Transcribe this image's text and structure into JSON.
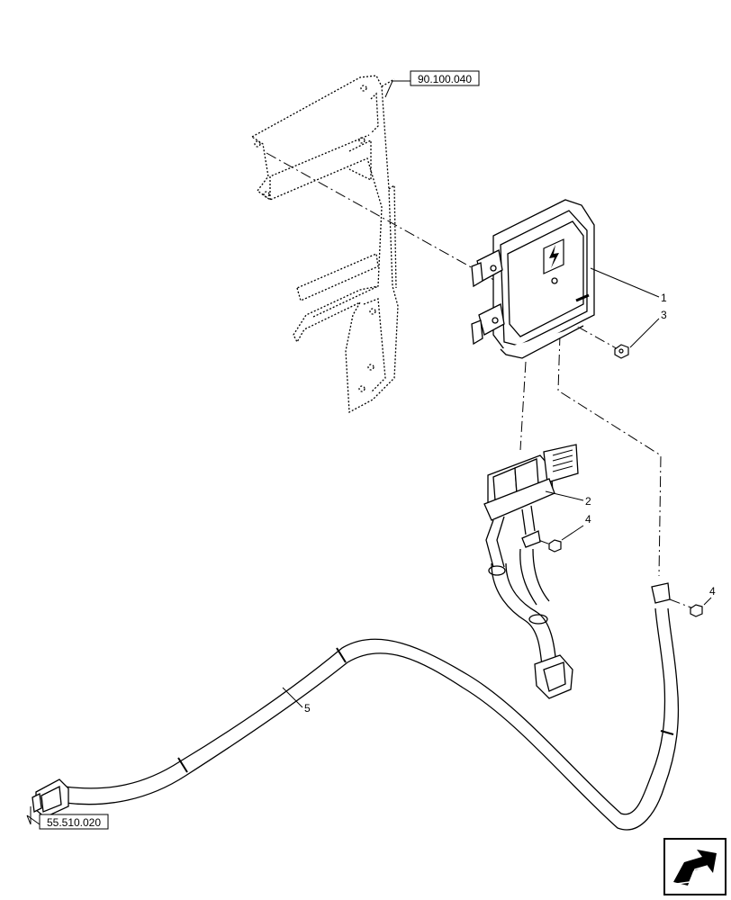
{
  "diagram": {
    "references": [
      {
        "code": "90.100.040"
      },
      {
        "code": "55.510.020"
      }
    ],
    "callouts": [
      "1",
      "3",
      "2",
      "4",
      "4",
      "5"
    ],
    "icons": {
      "nav": "next-page-arrow-icon",
      "symbol": "lightning-bolt-icon"
    },
    "colors": {
      "ink": "#000000",
      "paper": "#ffffff"
    }
  }
}
